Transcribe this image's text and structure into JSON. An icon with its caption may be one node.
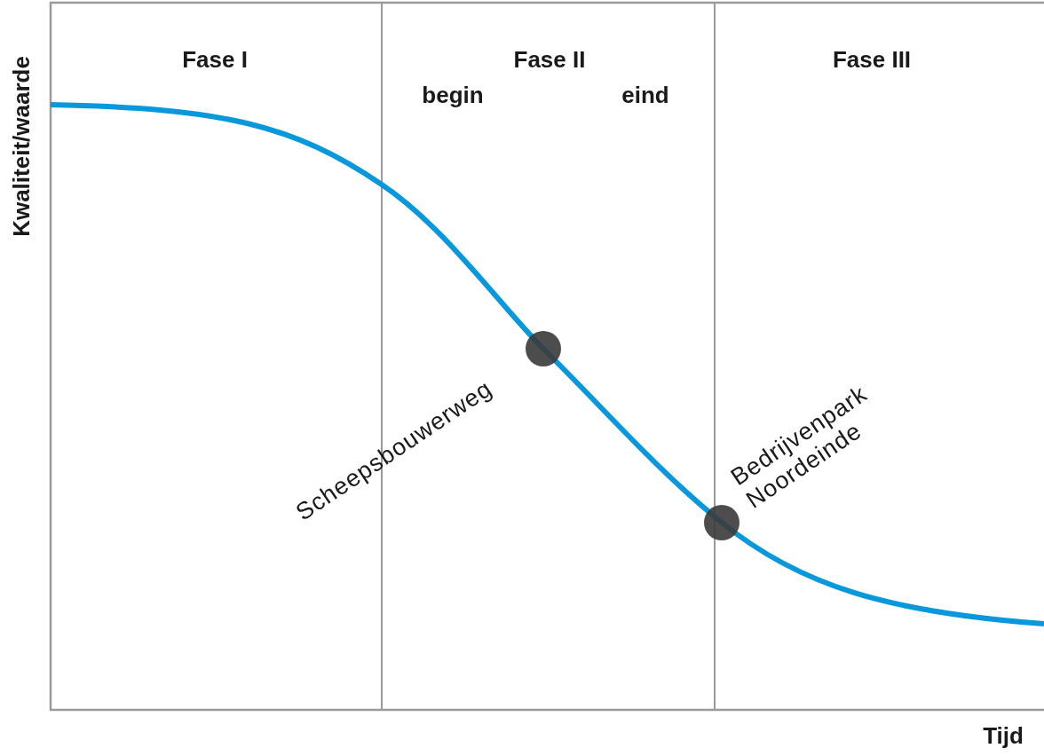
{
  "diagram": {
    "labels": [
      "Kwaliteit/waarde",
      "Fase I",
      "Fase II",
      "begin",
      "eind",
      "Fase III",
      "Scheepsbouwerweg",
      "Bedrijvenpark Noordeinde",
      "Tijd"
    ]
  }
}
